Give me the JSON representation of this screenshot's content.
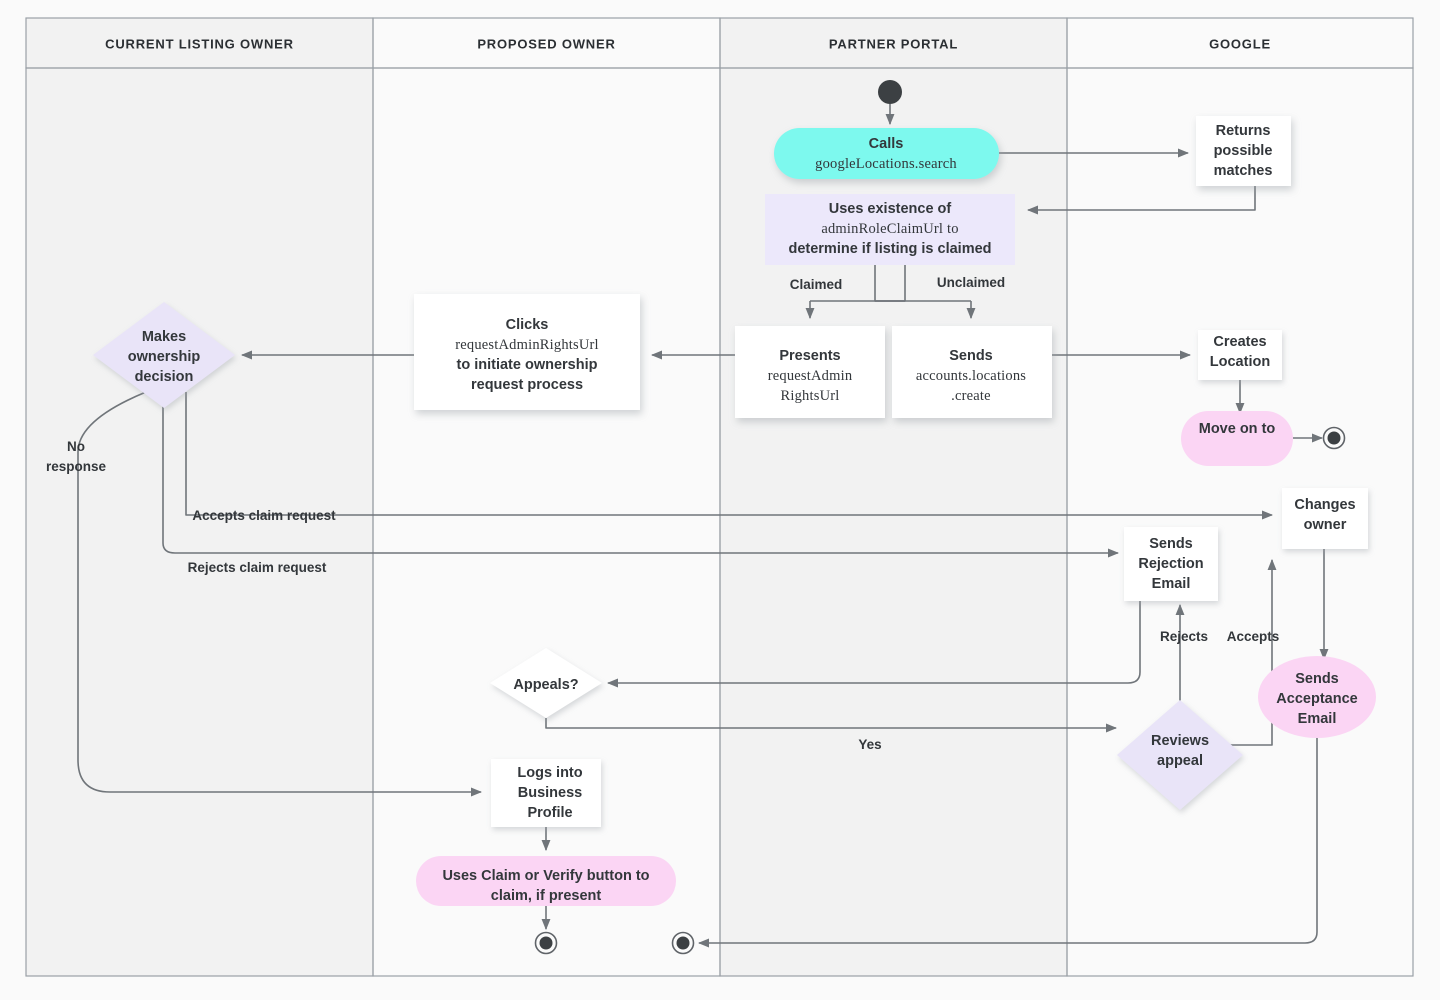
{
  "diagram": {
    "title": "Google Business Profile listing ownership transfer flow",
    "colors": {
      "page_background": "#fafafa",
      "lane_background_a": "#f2f2f2",
      "lane_background_b": "#fafafa",
      "lane_border": "#9aa0a6",
      "edge": "#70757a",
      "text": "#33373b",
      "pill_cyan": "#7df9ee",
      "pill_pink": "#fbd5f4",
      "rect_lavender": "#ece8fb",
      "diamond_lavender": "#e9e4f8",
      "box_white": "#ffffff"
    },
    "lanes": [
      {
        "id": "current-listing-owner",
        "label": "CURRENT LISTING OWNER"
      },
      {
        "id": "proposed-owner",
        "label": "PROPOSED OWNER"
      },
      {
        "id": "partner-portal",
        "label": "PARTNER PORTAL"
      },
      {
        "id": "google",
        "label": "GOOGLE"
      }
    ],
    "nodes": [
      {
        "id": "start-partner",
        "lane": "partner-portal",
        "shape": "start",
        "label": ""
      },
      {
        "id": "calls-google-locations-search",
        "lane": "partner-portal",
        "shape": "pill-cyan",
        "lines": [
          {
            "text": "Calls",
            "mono": false
          },
          {
            "text": "googleLocations.search",
            "mono": true
          }
        ]
      },
      {
        "id": "returns-possible-matches",
        "lane": "google",
        "shape": "box",
        "lines": [
          {
            "text": "Returns",
            "mono": false
          },
          {
            "text": "possible",
            "mono": false
          },
          {
            "text": "matches",
            "mono": false
          }
        ]
      },
      {
        "id": "uses-existence-of-admin-role-claim-url",
        "lane": "partner-portal",
        "shape": "rect-lavender",
        "lines": [
          {
            "text": "Uses existence of",
            "mono": false
          },
          {
            "text": "adminRoleClaimUrl to",
            "mono": true
          },
          {
            "text": "determine if listing is claimed",
            "mono": false
          }
        ]
      },
      {
        "id": "presents-request-admin-rights-url",
        "lane": "partner-portal",
        "shape": "box",
        "lines": [
          {
            "text": "Presents",
            "mono": false
          },
          {
            "text": "requestAdmin",
            "mono": true
          },
          {
            "text": "RightsUrl",
            "mono": true
          }
        ]
      },
      {
        "id": "sends-accounts-locations-create",
        "lane": "partner-portal",
        "shape": "box",
        "lines": [
          {
            "text": "Sends",
            "mono": false
          },
          {
            "text": "accounts.locations",
            "mono": true
          },
          {
            "text": ".create",
            "mono": true
          }
        ]
      },
      {
        "id": "clicks-request-admin-rights-url",
        "lane": "proposed-owner",
        "shape": "box",
        "lines": [
          {
            "text": "Clicks",
            "mono": false
          },
          {
            "text": "requestAdminRightsUrl",
            "mono": true
          },
          {
            "text": "to initiate ownership",
            "mono": false
          },
          {
            "text": "request process",
            "mono": false
          }
        ]
      },
      {
        "id": "makes-ownership-decision",
        "lane": "current-listing-owner",
        "shape": "diamond-lavender",
        "lines": [
          {
            "text": "Makes",
            "mono": false
          },
          {
            "text": "ownership",
            "mono": false
          },
          {
            "text": "decision",
            "mono": false
          }
        ]
      },
      {
        "id": "creates-location",
        "lane": "google",
        "shape": "box",
        "lines": [
          {
            "text": "Creates",
            "mono": false
          },
          {
            "text": "Location",
            "mono": false
          }
        ]
      },
      {
        "id": "move-on-to",
        "lane": "google",
        "shape": "pill-pink",
        "lines": [
          {
            "text": "Move on to",
            "mono": false
          }
        ]
      },
      {
        "id": "end-move-on-to",
        "lane": "google",
        "shape": "end",
        "label": ""
      },
      {
        "id": "changes-owner",
        "lane": "google",
        "shape": "box",
        "lines": [
          {
            "text": "Changes",
            "mono": false
          },
          {
            "text": "owner",
            "mono": false
          }
        ]
      },
      {
        "id": "sends-rejection-email",
        "lane": "google",
        "shape": "box",
        "lines": [
          {
            "text": "Sends",
            "mono": false
          },
          {
            "text": "Rejection",
            "mono": false
          },
          {
            "text": "Email",
            "mono": false
          }
        ]
      },
      {
        "id": "sends-acceptance-email",
        "lane": "google",
        "shape": "pill-pink",
        "lines": [
          {
            "text": "Sends",
            "mono": false
          },
          {
            "text": "Acceptance",
            "mono": false
          },
          {
            "text": "Email",
            "mono": false
          }
        ]
      },
      {
        "id": "appeals",
        "lane": "proposed-owner",
        "shape": "diamond-white",
        "lines": [
          {
            "text": "Appeals?",
            "mono": false
          }
        ]
      },
      {
        "id": "reviews-appeal",
        "lane": "google",
        "shape": "diamond-lavender",
        "lines": [
          {
            "text": "Reviews",
            "mono": false
          },
          {
            "text": "appeal",
            "mono": false
          }
        ]
      },
      {
        "id": "logs-into-business-profile",
        "lane": "proposed-owner",
        "shape": "box",
        "lines": [
          {
            "text": "Logs into",
            "mono": false
          },
          {
            "text": "Business",
            "mono": false
          },
          {
            "text": "Profile",
            "mono": false
          }
        ]
      },
      {
        "id": "uses-claim-or-verify-button",
        "lane": "proposed-owner",
        "shape": "pill-pink",
        "lines": [
          {
            "text": "Uses Claim or Verify button to",
            "mono": false
          },
          {
            "text": "claim, if present",
            "mono": false
          }
        ]
      },
      {
        "id": "end-claim-flow",
        "lane": "proposed-owner",
        "shape": "end",
        "label": ""
      },
      {
        "id": "end-partner-flow",
        "lane": "partner-portal",
        "shape": "end",
        "label": ""
      }
    ],
    "edge_labels": [
      {
        "id": "label-claimed",
        "text": "Claimed"
      },
      {
        "id": "label-unclaimed",
        "text": "Unclaimed"
      },
      {
        "id": "label-no-response",
        "text_lines": [
          "No",
          "response"
        ]
      },
      {
        "id": "label-accepts-claim-request",
        "text": "Accepts claim request"
      },
      {
        "id": "label-rejects-claim-request",
        "text": "Rejects claim request"
      },
      {
        "id": "label-rejects",
        "text": "Rejects"
      },
      {
        "id": "label-accepts",
        "text": "Accepts"
      },
      {
        "id": "label-yes",
        "text": "Yes"
      }
    ]
  }
}
